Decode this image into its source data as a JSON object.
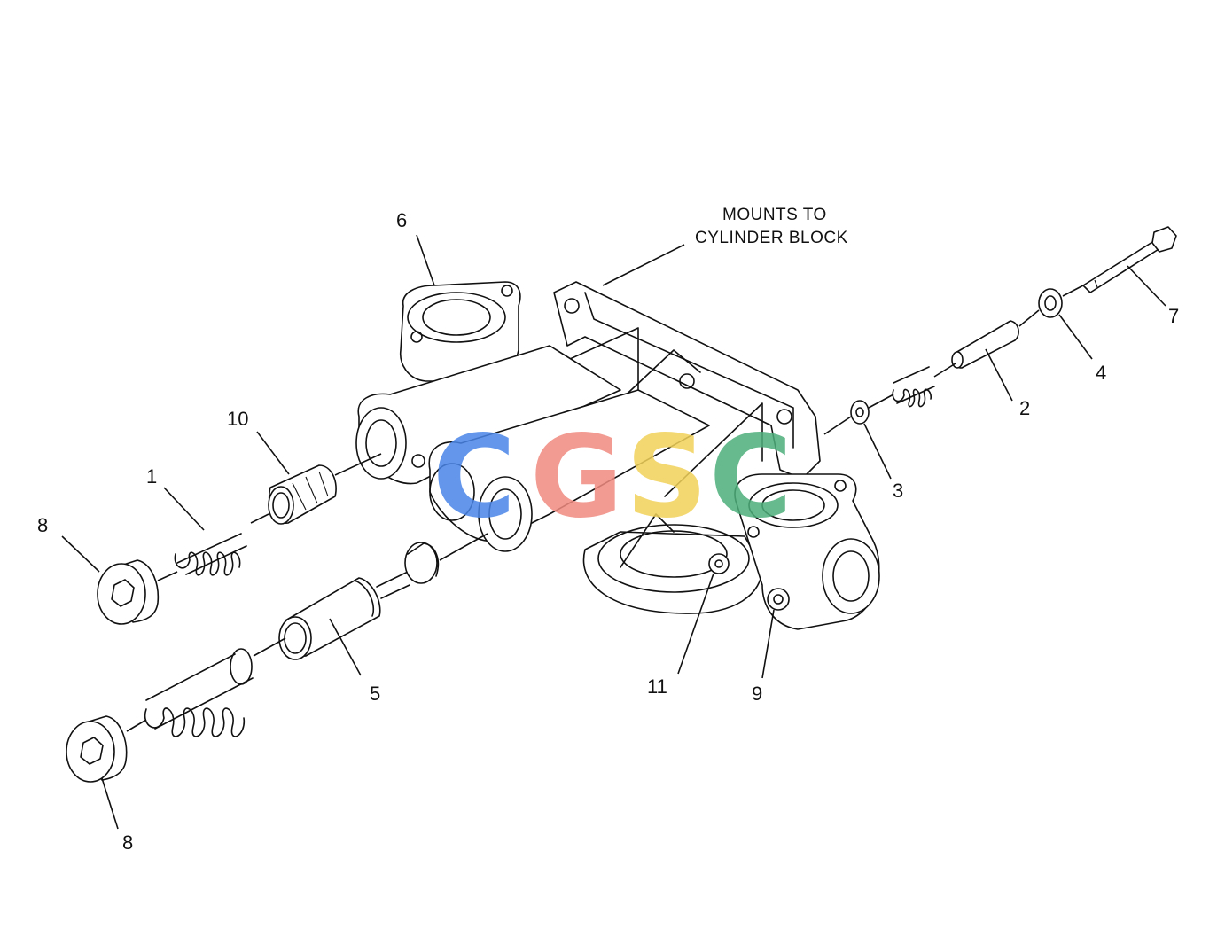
{
  "note": {
    "line1": "MOUNTS TO",
    "line2": "CYLINDER BLOCK"
  },
  "callouts": {
    "c1": "1",
    "c2": "2",
    "c3": "3",
    "c4": "4",
    "c5": "5",
    "c6": "6",
    "c7": "7",
    "c8a": "8",
    "c8b": "8",
    "c9": "9",
    "c10": "10",
    "c11": "11"
  },
  "watermark": {
    "letters": [
      "C",
      "G",
      "S",
      "C"
    ],
    "colors": [
      "#4a86e8",
      "#f08a80",
      "#f2d25a",
      "#4caf7a"
    ]
  },
  "icons": [
    "hex-socket-plug-icon",
    "spring-icon",
    "valve-icon",
    "bolt-icon",
    "washer-icon",
    "housing-icon"
  ]
}
